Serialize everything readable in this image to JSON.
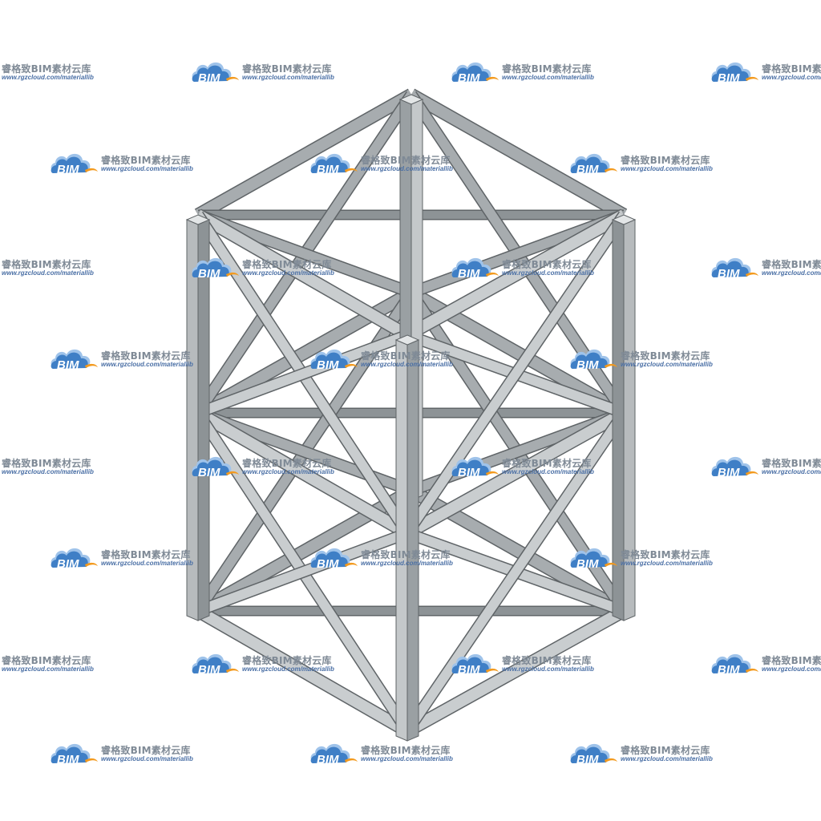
{
  "watermark": {
    "logo_text": "BIM",
    "brand_cn": "睿格致BIM素材云库",
    "url": "www.rgzcloud.com/materiallib",
    "colors": {
      "cloud_blue": "#3f7fc6",
      "cloud_light": "#9fc3ea",
      "swoosh_orange": "#f39a1e",
      "text_gray": "#7f8a96",
      "url_blue": "#4a6fa5"
    }
  },
  "model": {
    "subject": "square box truss section",
    "colors": {
      "steel_light": "#c9cdcf",
      "steel_mid": "#a7acaf",
      "steel_dark": "#7b8184",
      "edge": "#5f6467"
    }
  }
}
